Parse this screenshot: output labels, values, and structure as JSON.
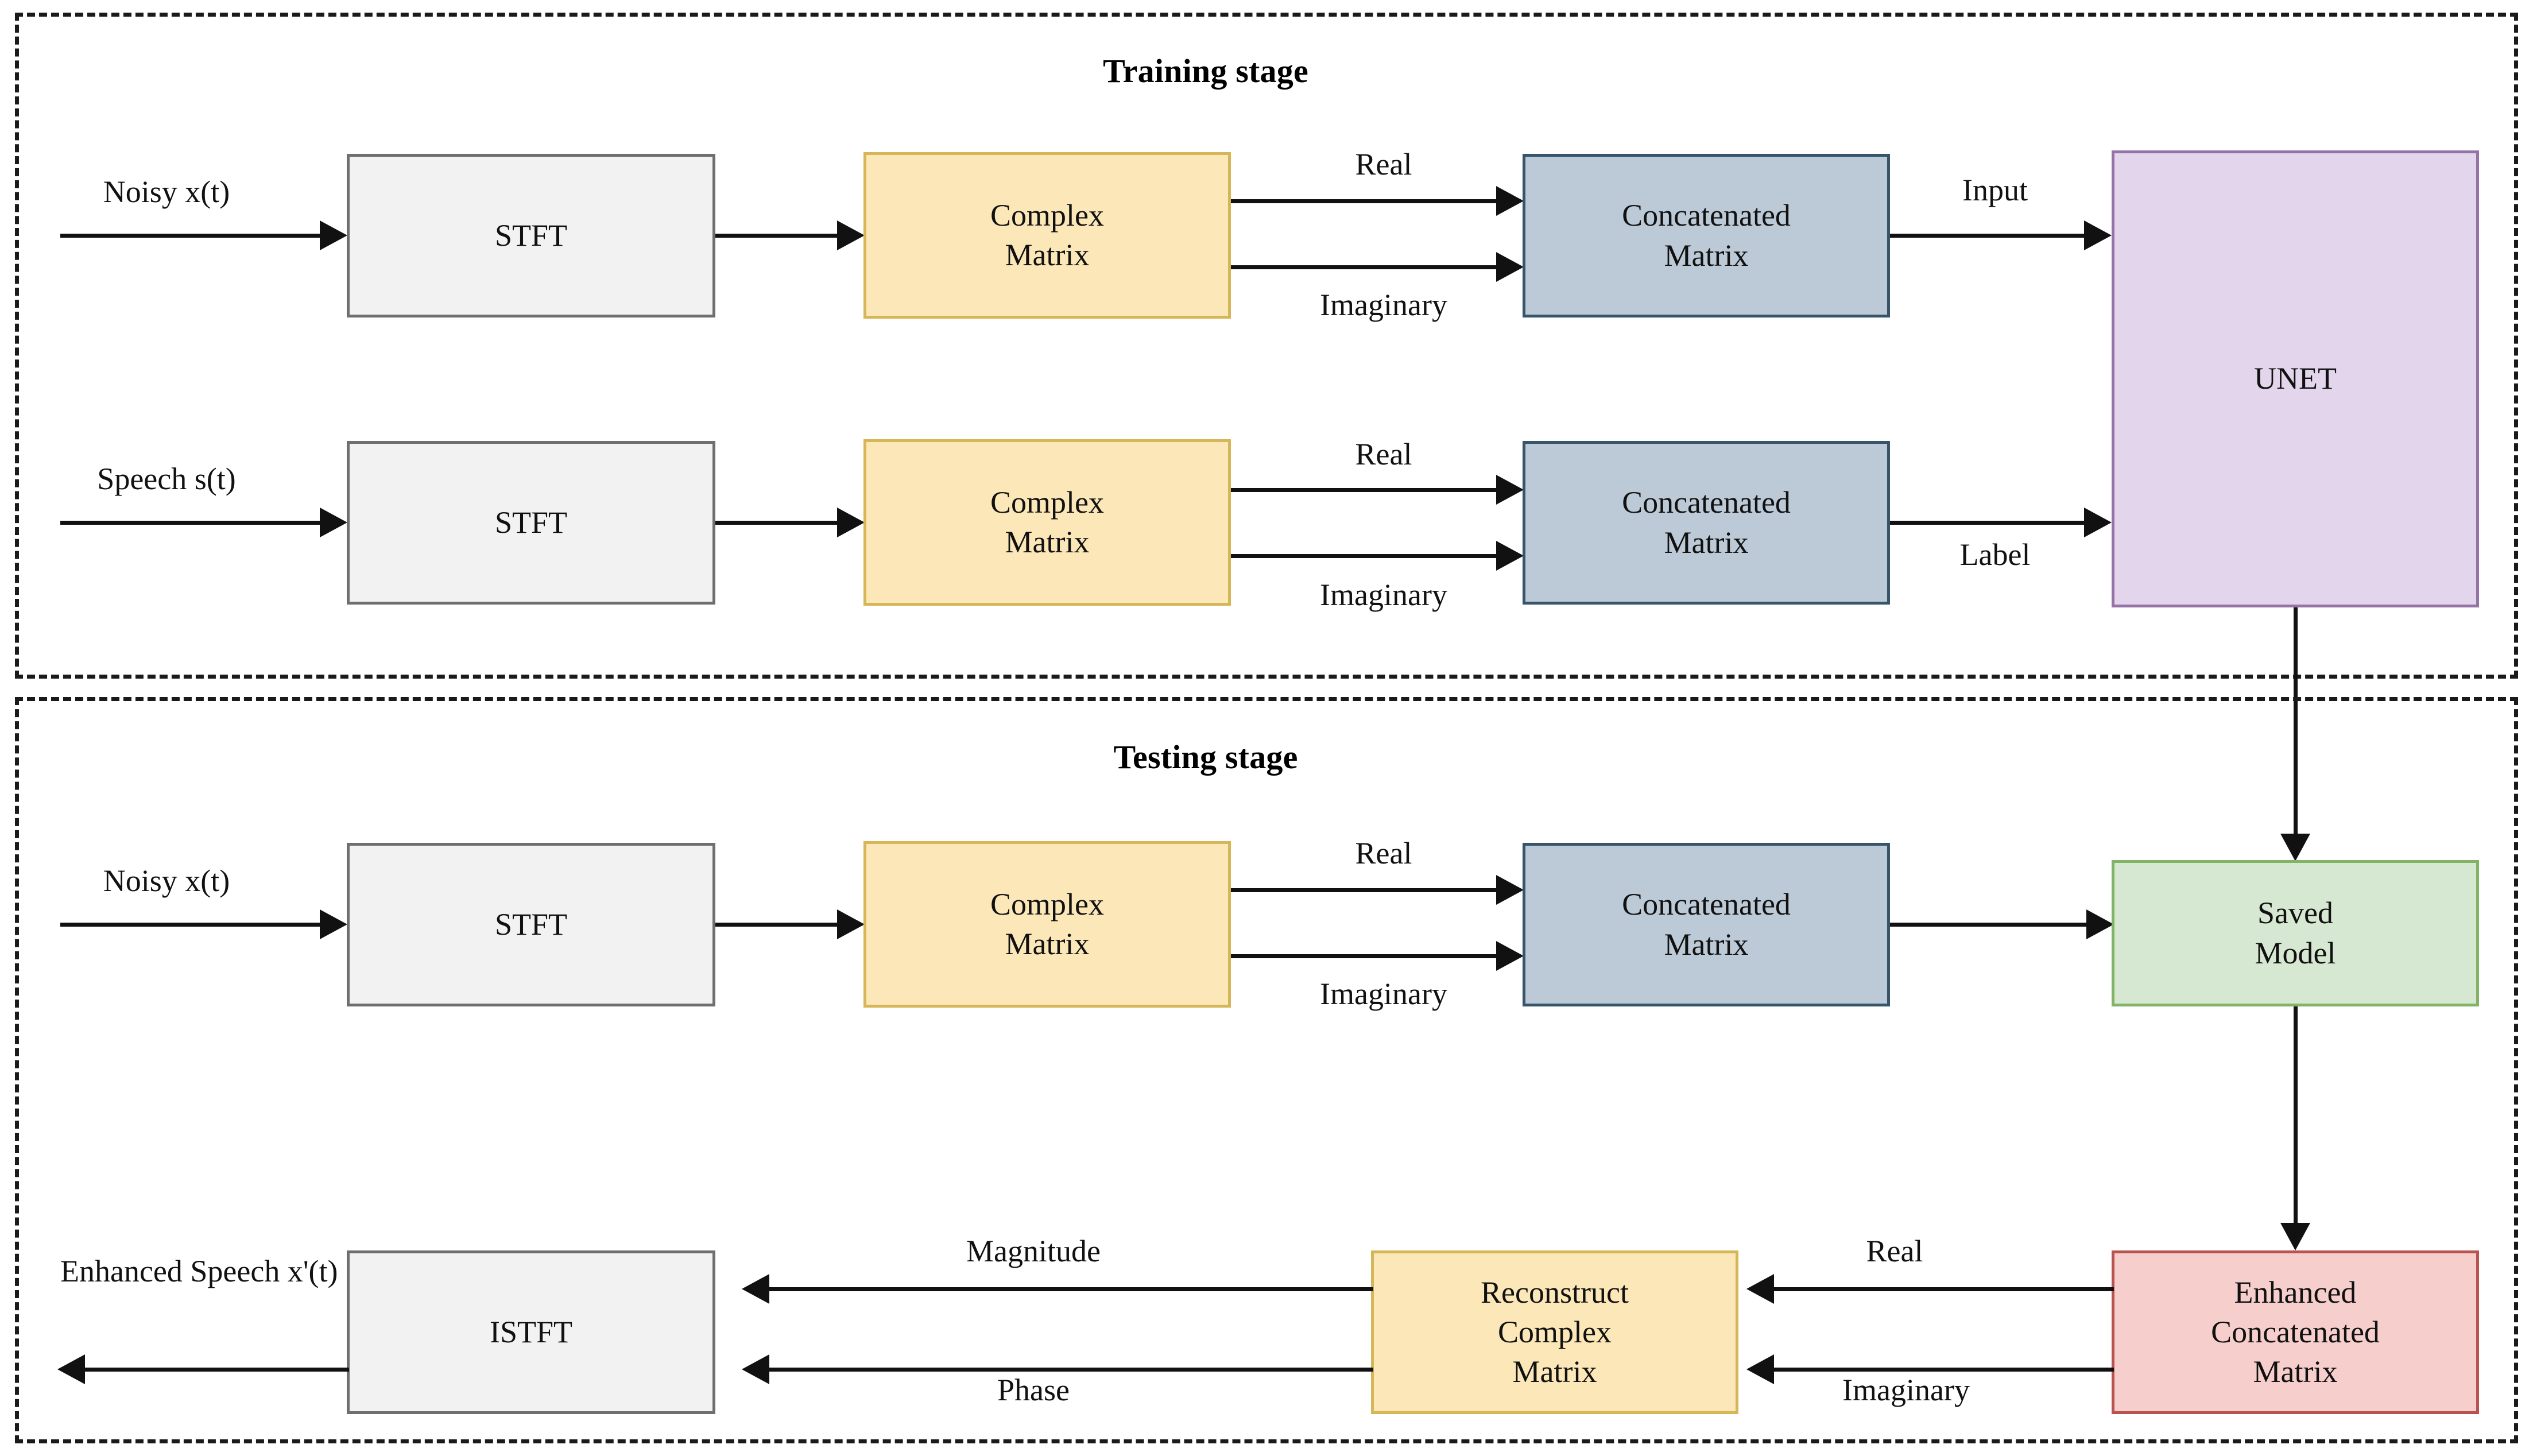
{
  "diagram": {
    "title_training": "Training stage",
    "title_testing": "Testing stage"
  },
  "training_stage": {
    "title": "Training stage",
    "noisy_path": {
      "input_label": "Noisy x(t)",
      "stft_label": "STFT",
      "complex_matrix_label_line1": "Complex",
      "complex_matrix_label_line2": "Matrix",
      "real_label": "Real",
      "imaginary_label": "Imaginary",
      "concatenated_label_line1": "Concatenated",
      "concatenated_label_line2": "Matrix",
      "to_model_label": "Input"
    },
    "speech_path": {
      "input_label": "Speech s(t)",
      "stft_label": "STFT",
      "complex_matrix_label_line1": "Complex",
      "complex_matrix_label_line2": "Matrix",
      "real_label": "Real",
      "imaginary_label": "Imaginary",
      "concatenated_label_line1": "Concatenated",
      "concatenated_label_line2": "Matrix",
      "to_model_label": "Label"
    },
    "model_label": "UNET"
  },
  "testing_stage": {
    "title": "Testing stage",
    "forward_path": {
      "input_label": "Noisy x(t)",
      "stft_label": "STFT",
      "complex_matrix_label_line1": "Complex",
      "complex_matrix_label_line2": "Matrix",
      "real_label": "Real",
      "imaginary_label": "Imaginary",
      "concatenated_label_line1": "Concatenated",
      "concatenated_label_line2": "Matrix",
      "saved_model_label_line1": "Saved",
      "saved_model_label_line2": "Model"
    },
    "reverse_path": {
      "enhanced_matrix_label_line1": "Enhanced",
      "enhanced_matrix_label_line2": "Concatenated",
      "enhanced_matrix_label_line3": "Matrix",
      "real_label": "Real",
      "imaginary_label": "Imaginary",
      "reconstruct_label_line1": "Reconstruct",
      "reconstruct_label_line2": "Complex",
      "reconstruct_label_line3": "Matrix",
      "magnitude_label": "Magnitude",
      "phase_label": "Phase",
      "istft_label": "ISTFT",
      "output_label_line1": "Enhanced",
      "output_label_line2": "Speech x'(t)"
    }
  },
  "colors": {
    "gray_fill": "#f2f2f2",
    "gray_stroke": "#6f6f6f",
    "yellow_fill": "#fbe7b8",
    "yellow_stroke": "#d6b656",
    "blue_fill": "#bcc9d6",
    "blue_stroke": "#36546a",
    "purple_fill": "#e2d5ec",
    "purple_stroke": "#9673a6",
    "green_fill": "#d7e8d2",
    "green_stroke": "#82b366",
    "pink_fill": "#f6cfcd",
    "pink_stroke": "#b85450",
    "line": "#111111",
    "dashed_border": "#1a1a1a"
  }
}
